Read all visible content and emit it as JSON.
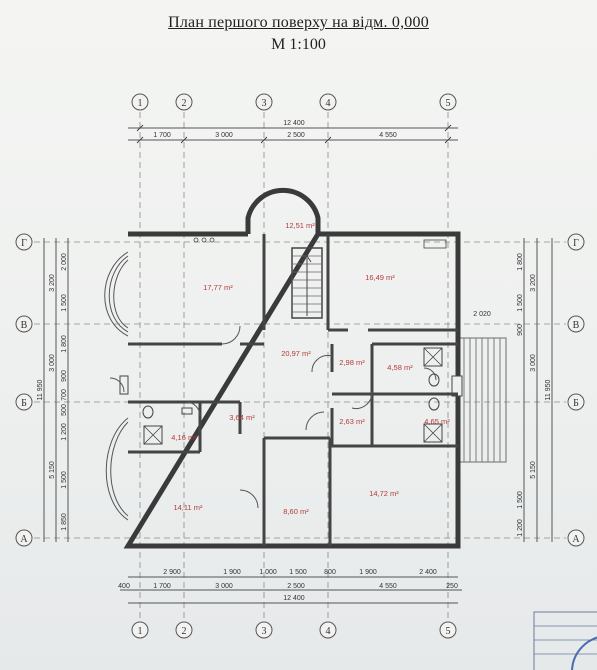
{
  "title": "План першого поверху на відм. 0,000",
  "scale": "М 1:100",
  "axes": {
    "vertical": [
      "1",
      "2",
      "3",
      "4",
      "5"
    ],
    "horizontal": [
      "Г",
      "В",
      "Б",
      "А"
    ]
  },
  "dims": {
    "top_total": "12 400",
    "top_chain": [
      "1 700",
      "3 000",
      "2 500",
      "4 550"
    ],
    "bottom_openings": [
      "2 900",
      "1 900",
      "1 000",
      "1 500",
      "800",
      "1 900",
      "2 400"
    ],
    "bottom_chain": [
      "400",
      "1 700",
      "3 000",
      "2 500",
      "4 550",
      "250"
    ],
    "bottom_total": "12 400",
    "left_outer": "11 950",
    "left_mid": [
      "3 200",
      "3 000",
      "5 150"
    ],
    "left_inner": [
      "2 000",
      "1 500",
      "1 800",
      "900",
      "700",
      "500",
      "1 200",
      "1 500",
      "1 850"
    ],
    "right_outer": "11 950",
    "right_mid": [
      "3 200",
      "3 000",
      "5 150"
    ],
    "right_inner": [
      "1 800",
      "1 500",
      "900",
      "1 500",
      "1 200"
    ],
    "porch": "2 020"
  },
  "rooms": [
    {
      "area": "12,51 m²"
    },
    {
      "area": "17,77 m²"
    },
    {
      "area": "16,49 m²"
    },
    {
      "area": "20,97 m²"
    },
    {
      "area": "2,98 m²"
    },
    {
      "area": "4,58 m²"
    },
    {
      "area": "3,64 m²"
    },
    {
      "area": "4,16 m²"
    },
    {
      "area": "2,63 m²"
    },
    {
      "area": "4,65 m²"
    },
    {
      "area": "14,11 m²"
    },
    {
      "area": "8,60 m²"
    },
    {
      "area": "14,72 m²"
    }
  ]
}
